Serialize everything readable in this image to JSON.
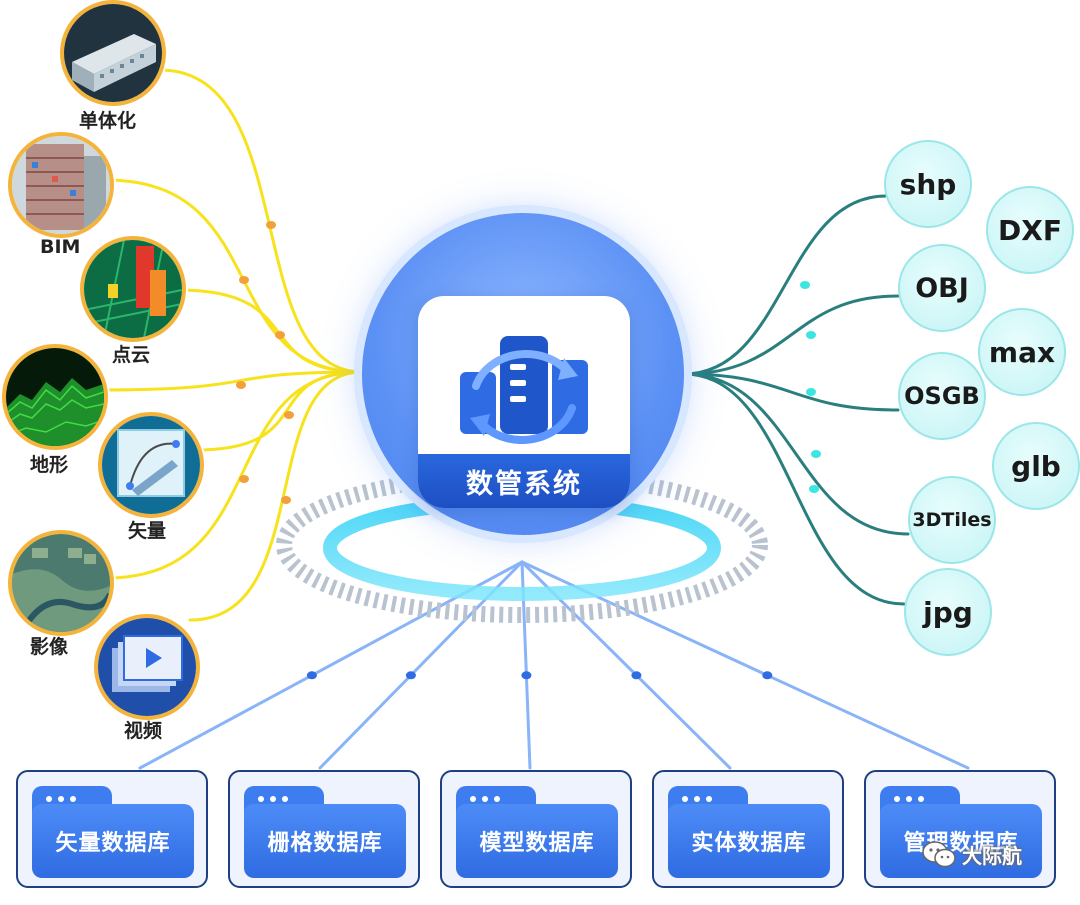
{
  "hub": {
    "label": "数管系统"
  },
  "sources": [
    {
      "label": "单体化",
      "icon": "building-icon"
    },
    {
      "label": "BIM",
      "icon": "bim-building-icon"
    },
    {
      "label": "点云",
      "icon": "point-cloud-icon"
    },
    {
      "label": "地形",
      "icon": "terrain-icon"
    },
    {
      "label": "矢量",
      "icon": "vector-drawing-icon"
    },
    {
      "label": "影像",
      "icon": "satellite-image-icon"
    },
    {
      "label": "视频",
      "icon": "video-icon"
    }
  ],
  "formats": [
    {
      "label": "shp"
    },
    {
      "label": "DXF"
    },
    {
      "label": "OBJ"
    },
    {
      "label": "max"
    },
    {
      "label": "OSGB"
    },
    {
      "label": "glb"
    },
    {
      "label": "3DTiles"
    },
    {
      "label": "jpg"
    }
  ],
  "databases": [
    {
      "label": "矢量数据库"
    },
    {
      "label": "栅格数据库"
    },
    {
      "label": "模型数据库"
    },
    {
      "label": "实体数据库"
    },
    {
      "label": "管理数据库"
    }
  ],
  "watermark": {
    "label": "大际航",
    "icon": "wechat-icon"
  },
  "colors": {
    "source_link": "#f7e21c",
    "format_link": "#2a7f7e",
    "database_link": "#8ab4f8",
    "hub_band": "#1f56c9",
    "database_border": "#1f3f82",
    "format_circle": "#c4f3f4",
    "source_ring": "#f4b43c"
  }
}
